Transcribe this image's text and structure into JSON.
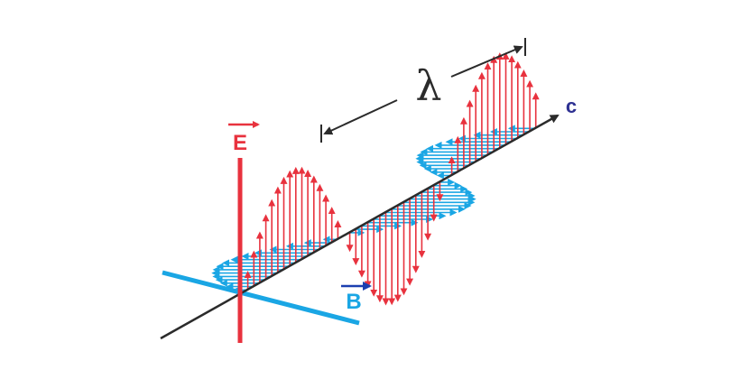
{
  "labels": {
    "electric_field": "E",
    "magnetic_field": "B",
    "speed_of_light": "c",
    "wavelength": "λ"
  },
  "colors": {
    "electric": "#e8323e",
    "magnetic": "#1aa6e4",
    "vector_arrow": "#1b3fb0",
    "axis": "#2b2b2b",
    "label_c": "#2e3192",
    "background": "#ffffff"
  }
}
